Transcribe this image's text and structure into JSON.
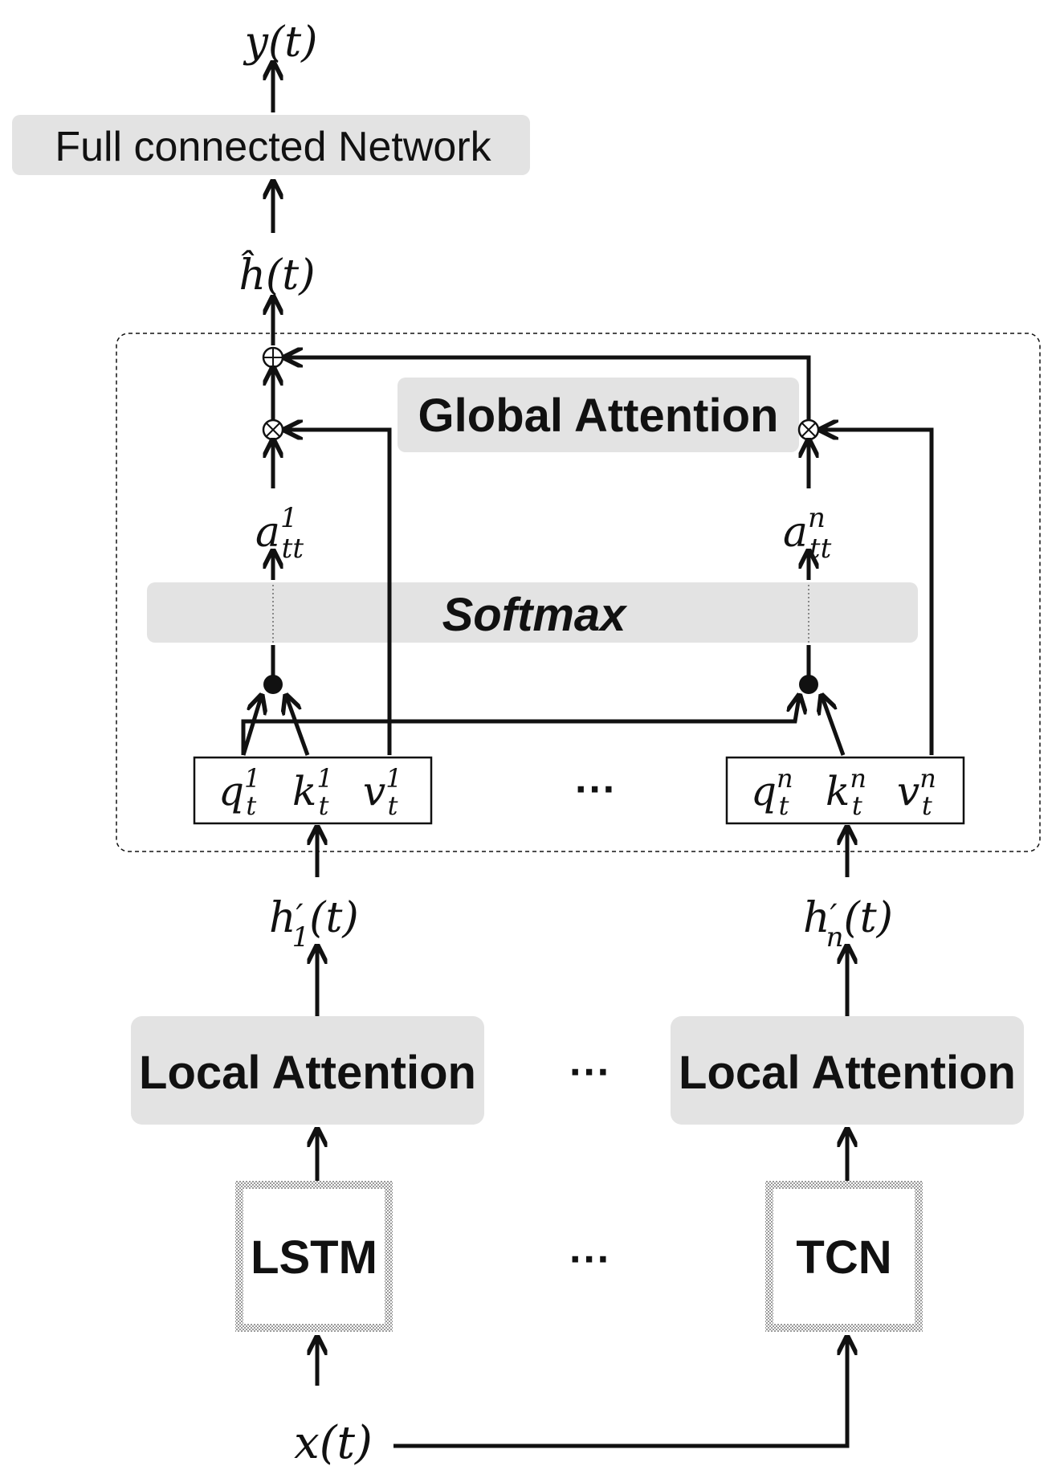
{
  "output_label": "y(t)",
  "fc_label": "Full connected Network",
  "hhat_label": "ĥ(t)",
  "global_attention_label": "Global Attention",
  "softmax_label": "Softmax",
  "a1": {
    "base": "a",
    "sub": "tt",
    "sup": "1"
  },
  "an": {
    "base": "a",
    "sub": "tt",
    "sup": "n"
  },
  "qkv1": [
    {
      "base": "q",
      "sub": "t",
      "sup": "1"
    },
    {
      "base": "k",
      "sub": "t",
      "sup": "1"
    },
    {
      "base": "v",
      "sub": "t",
      "sup": "1"
    }
  ],
  "qkvn": [
    {
      "base": "q",
      "sub": "t",
      "sup": "n"
    },
    {
      "base": "k",
      "sub": "t",
      "sup": "n"
    },
    {
      "base": "v",
      "sub": "t",
      "sup": "n"
    }
  ],
  "ellipsis": "···",
  "h1": {
    "base": "h",
    "prime": "′",
    "sub": "1",
    "rest": "(t)"
  },
  "hn": {
    "base": "h",
    "prime": "′",
    "sub": "n",
    "rest": "(t)"
  },
  "local_attention_left": "Local Attention",
  "local_attention_right": "Local Attention",
  "lstm_label": "LSTM",
  "tcn_label": "TCN",
  "input_label": "x(t)",
  "symbols": {
    "add": "⊕",
    "mul": "⊗",
    "dot": "●"
  }
}
